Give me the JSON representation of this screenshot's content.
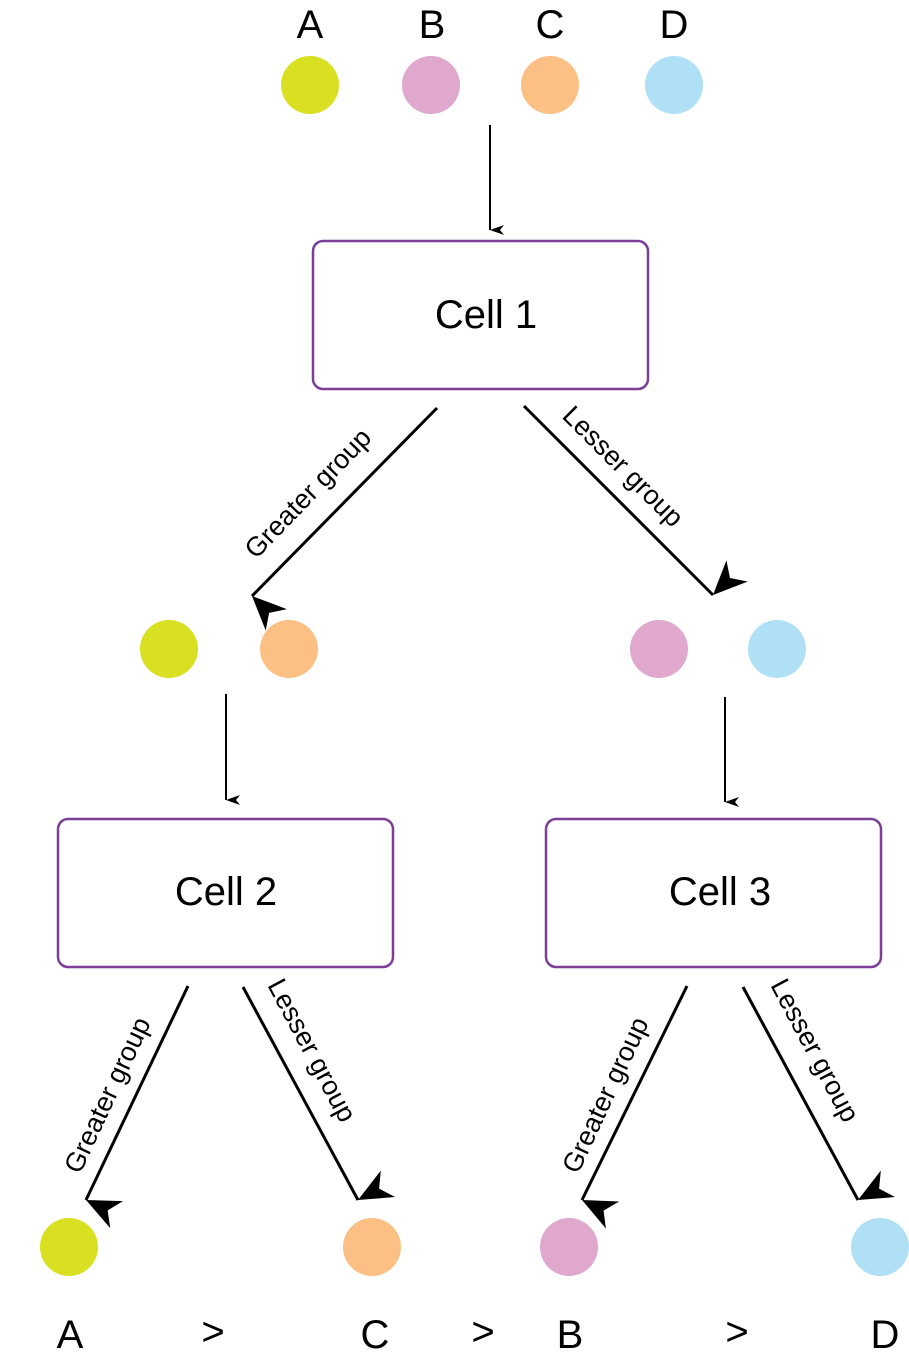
{
  "diagram": {
    "type": "sorting-tree",
    "items": [
      {
        "id": "A",
        "label": "A",
        "color": "#d8e021"
      },
      {
        "id": "B",
        "label": "B",
        "color": "#dfa8cc"
      },
      {
        "id": "C",
        "label": "C",
        "color": "#fcc084"
      },
      {
        "id": "D",
        "label": "D",
        "color": "#b0e0f6"
      }
    ],
    "cells": [
      {
        "id": "cell1",
        "label": "Cell 1"
      },
      {
        "id": "cell2",
        "label": "Cell 2"
      },
      {
        "id": "cell3",
        "label": "Cell 3"
      }
    ],
    "edge_labels": {
      "greater": "Greater group",
      "lesser": "Lesser group"
    },
    "cell1_groups": {
      "greater": [
        "A",
        "C"
      ],
      "lesser": [
        "B",
        "D"
      ]
    },
    "cell2_groups": {
      "greater": [
        "A"
      ],
      "lesser": [
        "C"
      ]
    },
    "cell3_groups": {
      "greater": [
        "B"
      ],
      "lesser": [
        "D"
      ]
    },
    "final_order": [
      "A",
      "C",
      "B",
      "D"
    ],
    "comparator": ">",
    "colors": {
      "box_border": "#7b3f98",
      "arrow": "#000000"
    }
  }
}
